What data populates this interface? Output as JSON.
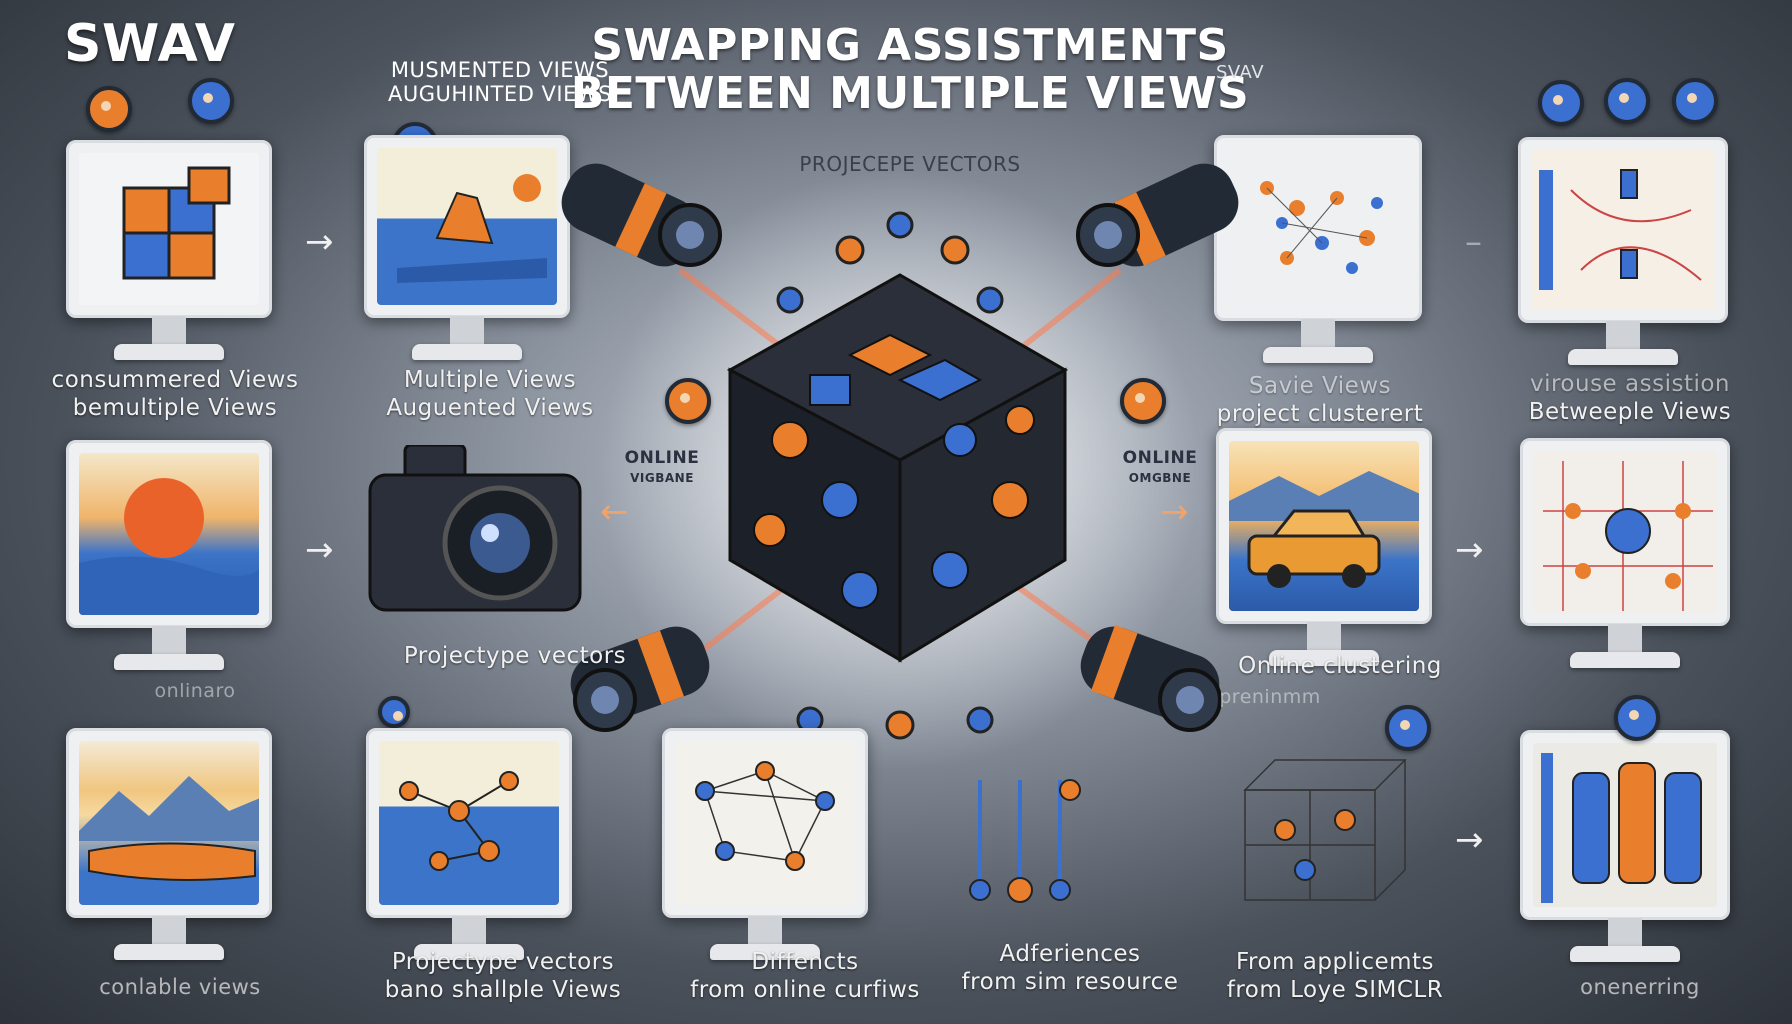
{
  "brand": "SWAV",
  "title": {
    "line1": "SWAPPING ASSISTMENTS",
    "line2": "BETWEEN MULTIPLE VIEWS"
  },
  "labels": {
    "top_aug_1": "MUSMENTED VIEWS",
    "top_aug_2": "AUGUHINTED VIEWS",
    "top_right_small": "SVAV",
    "center_top": "PROJECEPE VECTORS",
    "left1_a": "consummered Views",
    "left1_b": "bemultiple Views",
    "mid1_a": "Multiple Views",
    "mid1_b": "Auguented Views",
    "right1_a": "Savie Views",
    "right1_b": "project clusterert",
    "far_right1_a": "virouse assistion",
    "far_right1_b": "Betweeple Views",
    "online_left_1": "ONLINE",
    "online_left_2": "VIGBANE",
    "online_right_1": "ONLINE",
    "online_right_2": "OMGBNE",
    "projectype_left": "Projectype vectors",
    "online_clustering": "Online clustering",
    "faded_left": "onlinaro",
    "faded_right": "preninmm",
    "bottom_1": "conlable views",
    "bottom_2a": "Projectype vectors",
    "bottom_2b": "bano shallple Views",
    "bottom_3a": "Diffencts",
    "bottom_3b": "from online curfiws",
    "bottom_4a": "Adferiences",
    "bottom_4b": "from sim resource",
    "bottom_5a": "From applicemts",
    "bottom_5b": "from Loye SIMCLR",
    "bottom_6": "onenerring"
  },
  "colors": {
    "accent_orange": "#e97f2d",
    "accent_blue": "#3b6fd0",
    "dark": "#1f232b"
  }
}
